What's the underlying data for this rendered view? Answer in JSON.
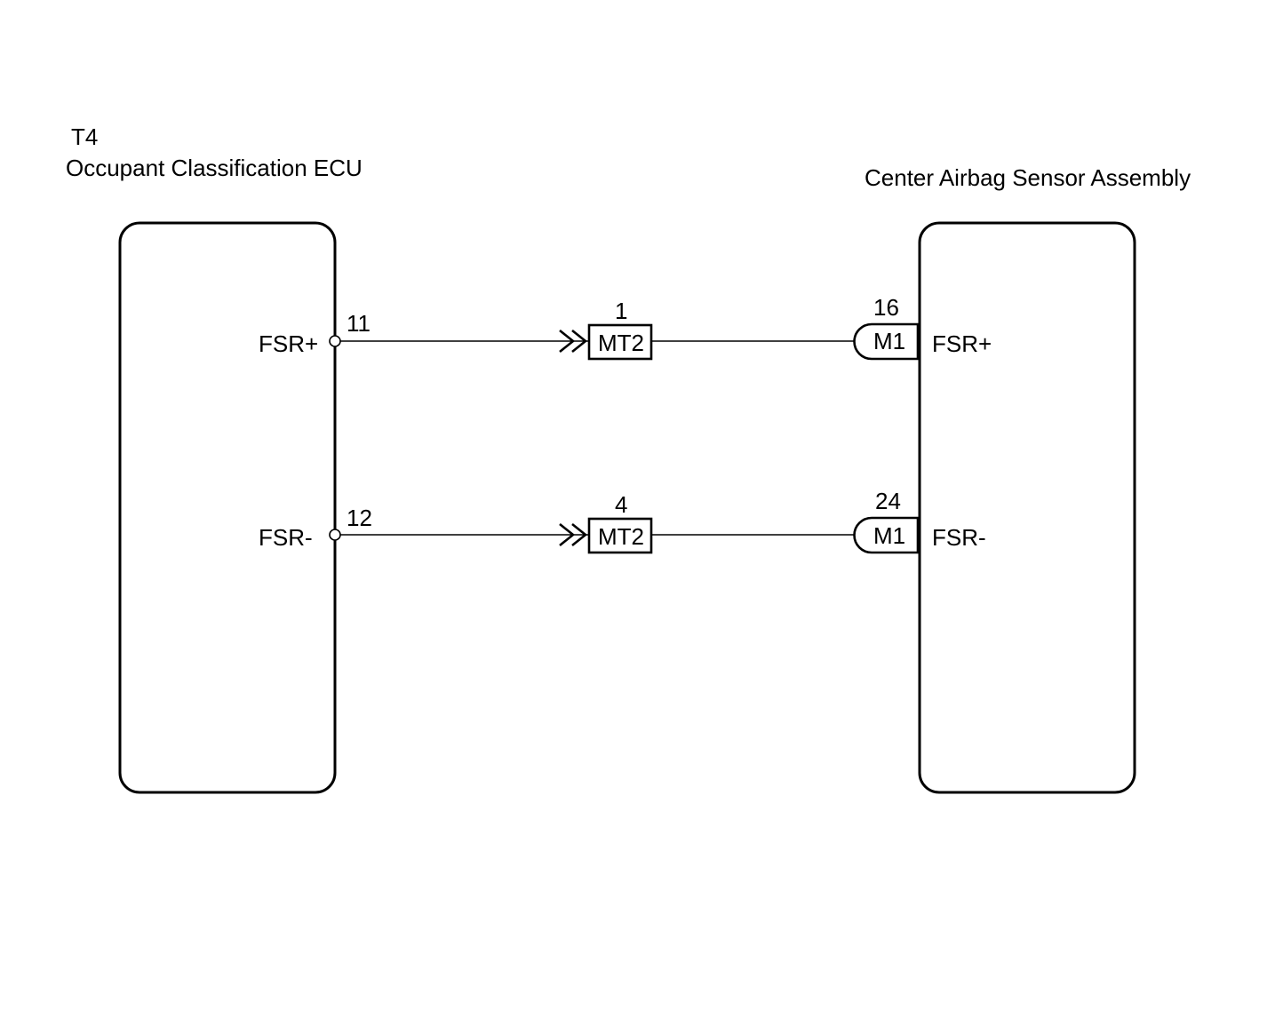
{
  "left_component": {
    "code": "T4",
    "name": "Occupant Classification ECU"
  },
  "right_component": {
    "name": "Center Airbag Sensor Assembly"
  },
  "wires": [
    {
      "left_signal": "FSR+",
      "left_pin": "11",
      "mid_pin": "1",
      "mid_connector": "MT2",
      "right_pin": "16",
      "right_connector": "M1",
      "right_signal": "FSR+"
    },
    {
      "left_signal": "FSR-",
      "left_pin": "12",
      "mid_pin": "4",
      "mid_connector": "MT2",
      "right_pin": "24",
      "right_connector": "M1",
      "right_signal": "FSR-"
    }
  ],
  "colors": {
    "line": "#000000",
    "background": "#ffffff"
  }
}
